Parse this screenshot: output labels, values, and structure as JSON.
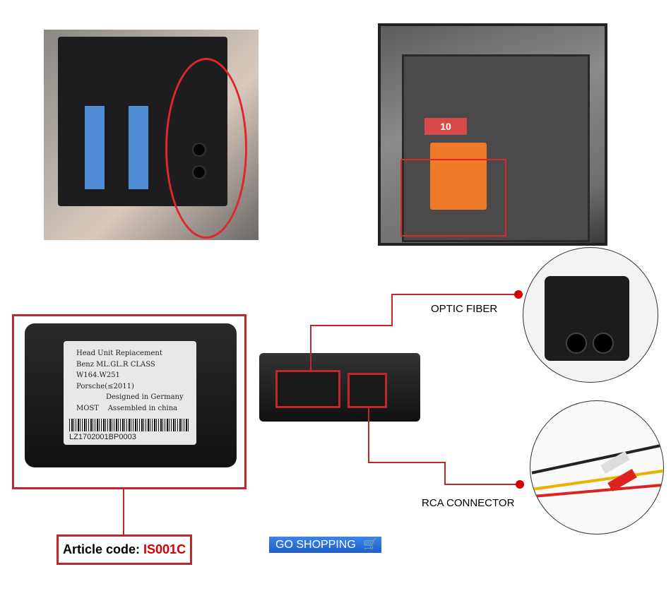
{
  "label": {
    "lines": [
      "Head Unit Repiacement",
      "Benz ML.GL.R CLASS",
      "W164.W251",
      "Porsche(≤2011)"
    ],
    "designed": "Designed in Germany",
    "most": "MOST",
    "assembled": "Assembled in china",
    "serial": "LZ1702001BP0003"
  },
  "fuse_label": "10",
  "callouts": {
    "optic": "OPTIC FIBER",
    "rca": "RCA CONNECTOR"
  },
  "article": {
    "prefix": "Article code: ",
    "code": "IS001C"
  },
  "shop_button": {
    "label": "GO SHOPPING",
    "icon": "shopping-cart-icon"
  },
  "colors": {
    "accent_red": "#c0272d",
    "button_blue": "#2a6fdb"
  }
}
